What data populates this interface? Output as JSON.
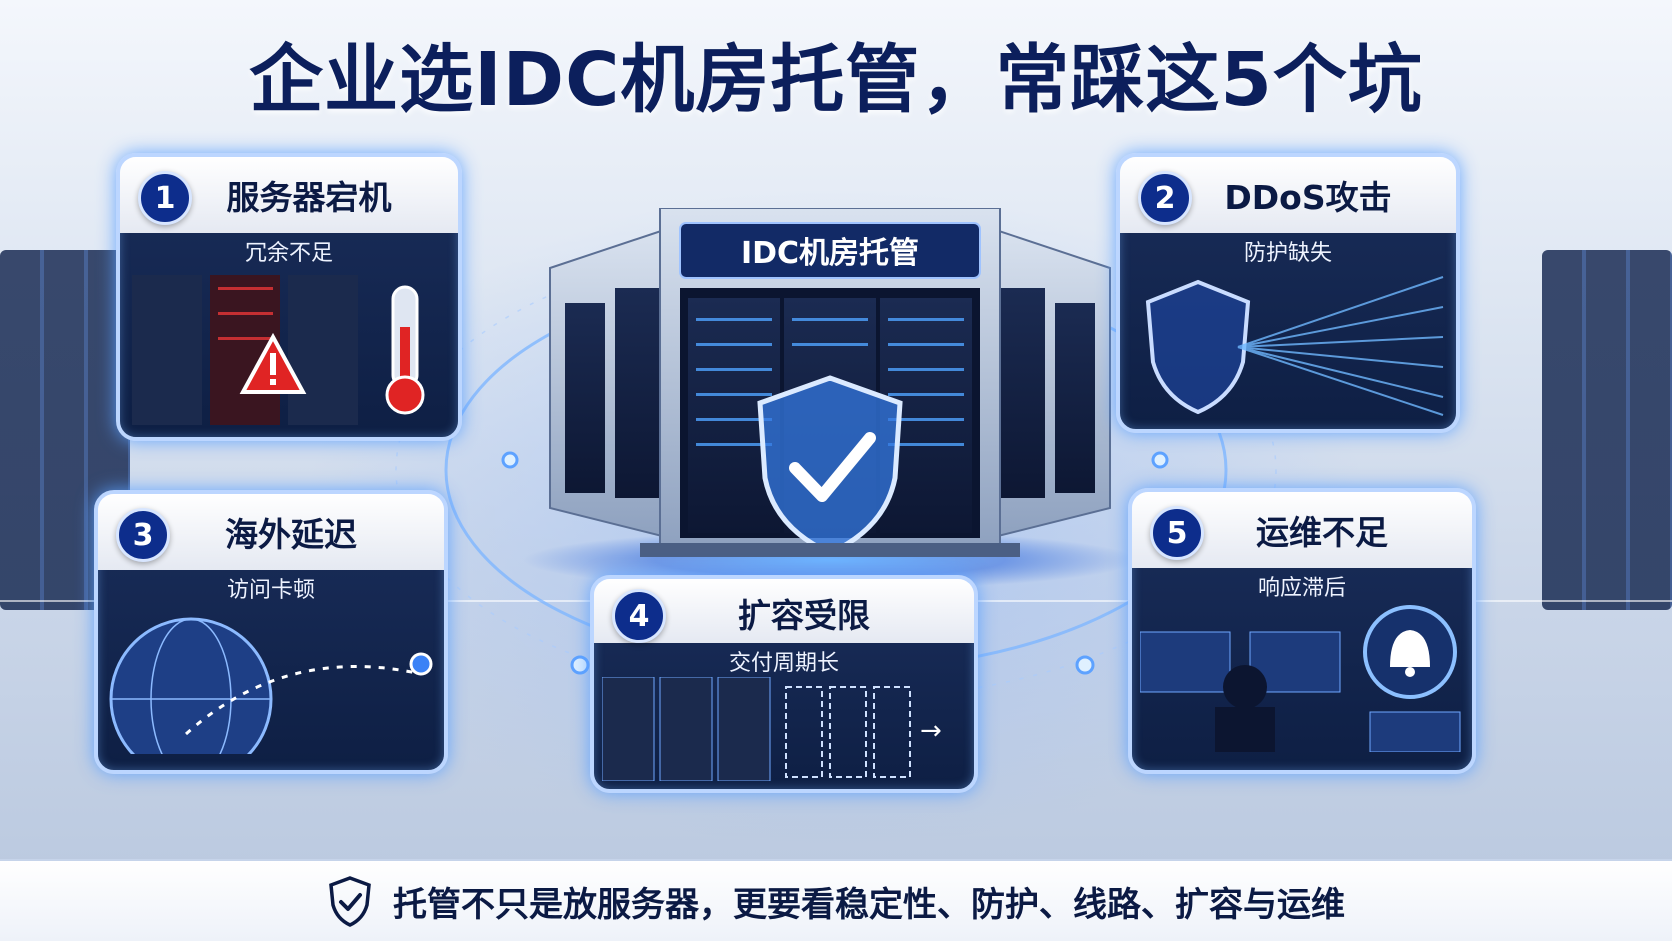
{
  "title": "企业选IDC机房托管，常踩这5个坑",
  "center": {
    "label": "IDC机房托管",
    "icon": "shield-check-icon"
  },
  "cards": [
    {
      "number": "1",
      "title": "服务器宕机",
      "subtitle": "冗余不足",
      "icon": "warning-thermometer-icon"
    },
    {
      "number": "2",
      "title": "DDoS攻击",
      "subtitle": "防护缺失",
      "icon": "shield-icon"
    },
    {
      "number": "3",
      "title": "海外延迟",
      "subtitle": "访问卡顿",
      "icon": "globe-icon"
    },
    {
      "number": "4",
      "title": "扩容受限",
      "subtitle": "交付周期长",
      "icon": "rack-icon"
    },
    {
      "number": "5",
      "title": "运维不足",
      "subtitle": "响应滞后",
      "icon": "bell-icon"
    }
  ],
  "footer": {
    "text": "托管不只是放服务器，更要看稳定性、防护、线路、扩容与运维",
    "icon": "shield-check-icon"
  },
  "colors": {
    "navy": "#0c1f5c",
    "accent": "#3b82f6",
    "warning": "#e02424"
  }
}
